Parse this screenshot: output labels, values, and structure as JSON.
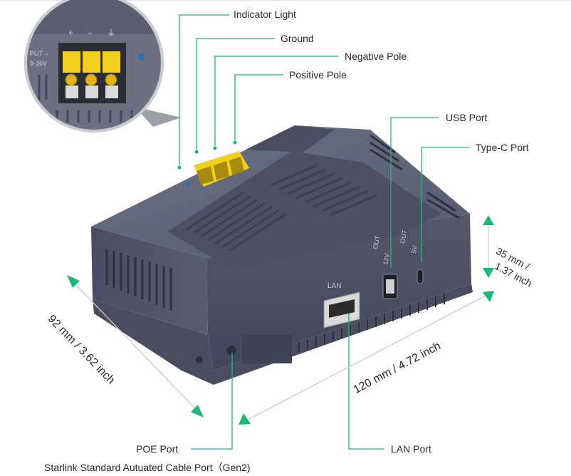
{
  "labels": {
    "indicator_light": "Indicator Light",
    "ground": "Ground",
    "negative_pole": "Negative Pole",
    "positive_pole": "Positive Pole",
    "usb_port": "USB Port",
    "type_c_port": "Type-C Port",
    "poe_port": "POE Port",
    "starlink_port": "Starlink Standard Autuated Cable Port（Gen2)",
    "lan_port": "LAN Port"
  },
  "dimensions": {
    "depth": "92 mm / 3.62 inch",
    "width": "120 mm / 4.72 inch",
    "height_mm": "35 mm /",
    "height_in": "1.37 inch"
  },
  "device_markings": {
    "lan": "LAN",
    "out_usb": "OUT",
    "out_typec": "OUT",
    "v12": "12V",
    "v5": "5V",
    "inset_input": "PUT→",
    "inset_voltage": "9-36V",
    "inset_plus": "+",
    "inset_minus": "–",
    "inset_ground": "⏚"
  },
  "colors": {
    "accent": "#17b978",
    "device_body": "#5f6375",
    "device_dark": "#3f4252",
    "terminal": "#f2cf1c"
  }
}
